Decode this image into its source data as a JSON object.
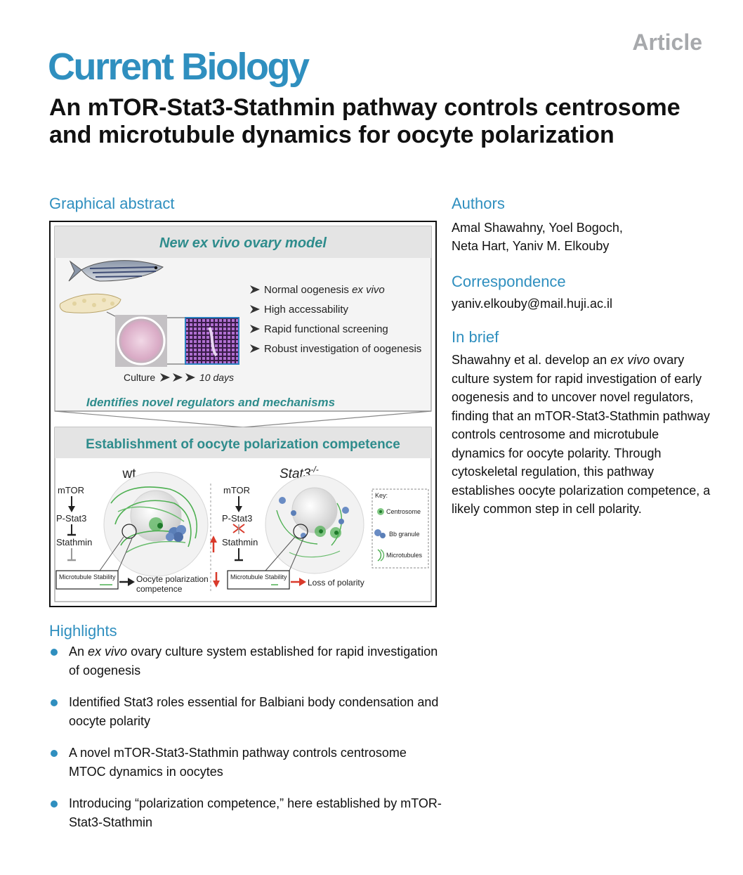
{
  "header": {
    "article_tag": "Article",
    "journal": "Current Biology",
    "title": "An mTOR-Stat3-Stathmin pathway controls centrosome and microtubule dynamics for oocyte polarization"
  },
  "graphical_abstract": {
    "heading": "Graphical abstract",
    "top_panel_title": "New ex vivo ovary model",
    "features": [
      "Normal oogenesis ",
      "High accessability",
      "Rapid functional screening",
      "Robust investigation of oogenesis"
    ],
    "feature_italic_suffix": "ex vivo",
    "culture_label": "Culture",
    "culture_duration": "10 days",
    "top_panel_footer": "Identifies novel regulators and mechanisms",
    "bottom_panel_title": "Establishment of oocyte polarization competence",
    "wt_label": "wt",
    "mutant_label": "Stat3",
    "mutant_superscript": "-/-",
    "pathway_wt": [
      "mTOR",
      "P-Stat3",
      "Stathmin"
    ],
    "pathway_mutant": [
      "mTOR",
      "P-Stat3",
      "Stathmin"
    ],
    "mt_stability_label": "Microtubule Stability",
    "wt_outcome_line1": "Oocyte polarization",
    "wt_outcome_line2": "competence",
    "mutant_outcome": "Loss of polarity",
    "key_title": "Key:",
    "key_items": [
      "Centrosome",
      "Bb granule",
      "Microtubules"
    ]
  },
  "authors": {
    "heading": "Authors",
    "line1": "Amal Shawahny, Yoel Bogoch,",
    "line2": "Neta Hart, Yaniv M. Elkouby"
  },
  "correspondence": {
    "heading": "Correspondence",
    "email": "yaniv.elkouby@mail.huji.ac.il"
  },
  "in_brief": {
    "heading": "In brief",
    "text_before_italic": "Shawahny et al. develop an ",
    "italic": "ex vivo",
    "text_after_italic": " ovary culture system for rapid investigation of early oogenesis and to uncover novel regulators, finding that an mTOR-Stat3-Stathmin pathway controls centrosome and microtubule dynamics for oocyte polarity. Through cytoskeletal regulation, this pathway establishes oocyte polarization competence, a likely common step in cell polarity."
  },
  "highlights": {
    "heading": "Highlights",
    "item1_before": "An ",
    "item1_italic": "ex vivo",
    "item1_after": " ovary culture system established for rapid investigation of oogenesis",
    "item2": "Identified Stat3 roles essential for Balbiani body condensation and oocyte polarity",
    "item3": "A novel mTOR-Stat3-Stathmin pathway controls centrosome MTOC dynamics in oocytes",
    "item4": "Introducing “polarization competence,” here established by mTOR-Stat3-Stathmin"
  },
  "colors": {
    "brand_blue": "#2f8fbf",
    "teal_text": "#2e8c8c",
    "panel_grey": "#ececec",
    "tag_grey": "#a7a9ac",
    "arrow_red": "#d93a2b"
  }
}
